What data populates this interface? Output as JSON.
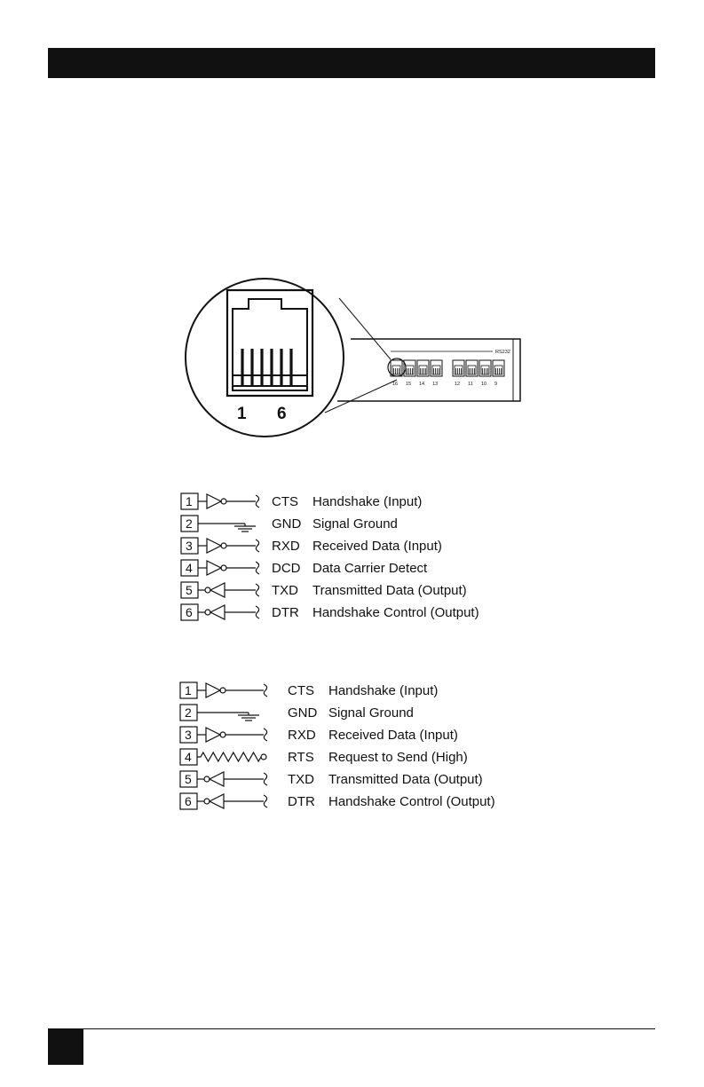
{
  "jack": {
    "pin_left": "1",
    "pin_right": "6",
    "panel_label": "RS232",
    "ports_group1": [
      "16",
      "15",
      "14",
      "13"
    ],
    "ports_group2": [
      "12",
      "11",
      "10",
      "9"
    ]
  },
  "diagram_a": {
    "rows": [
      {
        "pin": "1",
        "signal": "CTS",
        "description": "Handshake (Input)",
        "symbol": "input-buffer"
      },
      {
        "pin": "2",
        "signal": "GND",
        "description": "Signal Ground",
        "symbol": "ground"
      },
      {
        "pin": "3",
        "signal": "RXD",
        "description": "Received Data (Input)",
        "symbol": "input-buffer"
      },
      {
        "pin": "4",
        "signal": "DCD",
        "description": "Data Carrier Detect",
        "symbol": "input-buffer"
      },
      {
        "pin": "5",
        "signal": "TXD",
        "description": "Transmitted Data (Output)",
        "symbol": "output-buffer"
      },
      {
        "pin": "6",
        "signal": "DTR",
        "description": "Handshake Control (Output)",
        "symbol": "output-buffer"
      }
    ]
  },
  "diagram_b": {
    "rows": [
      {
        "pin": "1",
        "signal": "CTS",
        "description": "Handshake (Input)",
        "symbol": "input-buffer"
      },
      {
        "pin": "2",
        "signal": "GND",
        "description": "Signal Ground",
        "symbol": "ground"
      },
      {
        "pin": "3",
        "signal": "RXD",
        "description": "Received Data (Input)",
        "symbol": "input-buffer"
      },
      {
        "pin": "4",
        "signal": "RTS",
        "description": "Request to Send (High)",
        "symbol": "resistor"
      },
      {
        "pin": "5",
        "signal": "TXD",
        "description": "Transmitted Data (Output)",
        "symbol": "output-buffer"
      },
      {
        "pin": "6",
        "signal": "DTR",
        "description": "Handshake Control (Output)",
        "symbol": "output-buffer"
      }
    ]
  }
}
